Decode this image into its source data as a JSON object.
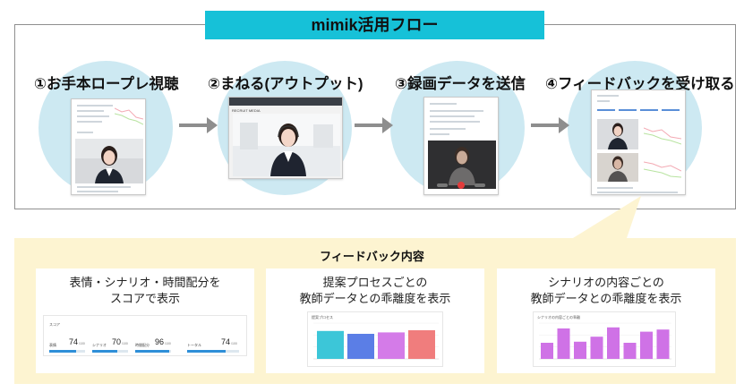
{
  "header": {
    "title": "mimik活用フロー"
  },
  "steps": [
    {
      "label": "①お手本ロープレ視聴"
    },
    {
      "label": "②まねる(アウトプット)"
    },
    {
      "label": "③録画データを送信"
    },
    {
      "label": "④フィードバックを受け取る"
    }
  ],
  "feedback": {
    "title": "フィードバック内容",
    "cards": [
      {
        "line1": "表情・シナリオ・時間配分を",
        "line2": "スコアで表示"
      },
      {
        "line1": "提案プロセスごとの",
        "line2": "教師データとの乖離度を表示"
      },
      {
        "line1": "シナリオの内容ごとの",
        "line2": "教師データとの乖離度を表示"
      }
    ]
  },
  "score_widget": {
    "title": "スコア",
    "items": [
      {
        "name": "表情",
        "value": "74",
        "unit": "/100",
        "fraction": 0.74
      },
      {
        "name": "シナリオ",
        "value": "70",
        "unit": "/100",
        "fraction": 0.7
      },
      {
        "name": "時間配分",
        "value": "96",
        "unit": "/100",
        "fraction": 0.96
      },
      {
        "name": "トータル",
        "value": "74",
        "unit": "/100",
        "fraction": 0.74
      }
    ]
  },
  "process_chart": {
    "title": "提案プロセス",
    "colors": [
      "#3cc6d8",
      "#5b7ee6",
      "#d47be8",
      "#f07d7d"
    ],
    "values": [
      0.78,
      0.7,
      0.74,
      0.8
    ]
  },
  "scenario_chart": {
    "title": "シナリオの内容ごとの乖離",
    "color": "#cf72e6",
    "values": [
      0.45,
      0.85,
      0.48,
      0.62,
      0.88,
      0.45,
      0.76,
      0.82
    ]
  },
  "screens": {
    "step2_logo": "RECRUIT MEDIA"
  }
}
